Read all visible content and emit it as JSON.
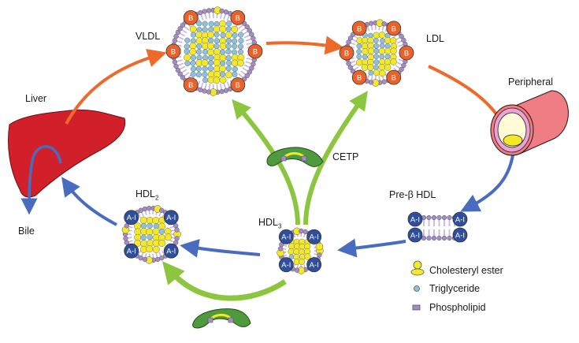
{
  "title": "Lipoprotein metabolism and reverse cholesterol transport",
  "labels": {
    "liver": "Liver",
    "bile": "Bile",
    "vldl": "VLDL",
    "ldl": "LDL",
    "peripheral": "Peripheral",
    "pre_beta_hdl": "Pre-β HDL",
    "hdl2_main": "HDL",
    "hdl2_sub": "2",
    "hdl3_main": "HDL",
    "hdl3_sub": "3",
    "cetp": "CETP",
    "apo_b": "B",
    "apo_a1": "A-I"
  },
  "legend": [
    {
      "label": "Cholesteryl ester",
      "icon": "cholesteryl-ester-icon"
    },
    {
      "label": "Triglyceride",
      "icon": "triglyceride-icon"
    },
    {
      "label": "Phospholipid",
      "icon": "phospholipid-icon"
    }
  ],
  "colors": {
    "orange_arrow": "#ee6a2a",
    "blue_arrow": "#4a6cc0",
    "green_arrow": "#8cc63f",
    "liver": "#d1202a",
    "apo_b": "#e8622a",
    "apo_a1": "#2f4f9e",
    "cholesteryl_ester": "#f3e82a",
    "triglyceride": "#8fc1dd",
    "phospholipid": "#a48cc4",
    "cetp": "#4f9a3c",
    "vessel": "#f07c84"
  }
}
